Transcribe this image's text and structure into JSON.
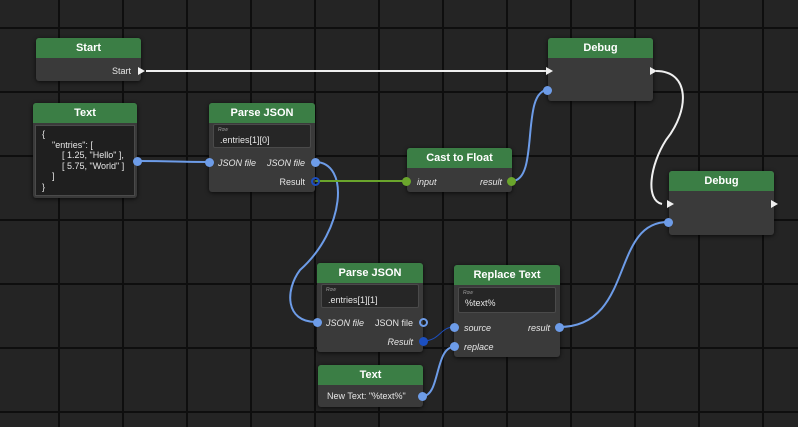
{
  "nodes": {
    "start": {
      "title": "Start",
      "output_label": "Start"
    },
    "text": {
      "title": "Text",
      "content": "{\n    \"entries\": [\n        [ 1.25, \"Hello\" ],\n        [ 5.75, \"World\" ]\n    ]\n}"
    },
    "parse1": {
      "title": "Parse JSON",
      "field_label": "Row",
      "field_value": ".entries[1][0]",
      "input_label": "JSON file",
      "output_label": "JSON file",
      "result_label": "Result"
    },
    "cast": {
      "title": "Cast to Float",
      "input_label": "input",
      "output_label": "result"
    },
    "debug1": {
      "title": "Debug"
    },
    "debug2": {
      "title": "Debug"
    },
    "parse2": {
      "title": "Parse JSON",
      "field_label": "Row",
      "field_value": ".entries[1][1]",
      "input_label": "JSON file",
      "output_label": "JSON file",
      "result_label": "Result"
    },
    "replace": {
      "title": "Replace Text",
      "field_label": "Row",
      "field_value": "%text%",
      "input1_label": "source",
      "input2_label": "replace",
      "output_label": "result"
    },
    "text2": {
      "title": "Text",
      "content": "New Text: \"%text%\""
    }
  },
  "colors": {
    "header": "#3b7e45",
    "node_body": "#3a3a3a",
    "port_blue": "#6d9ce8",
    "port_green": "#6aa52c",
    "wire_exec": "#f0f0f0"
  }
}
